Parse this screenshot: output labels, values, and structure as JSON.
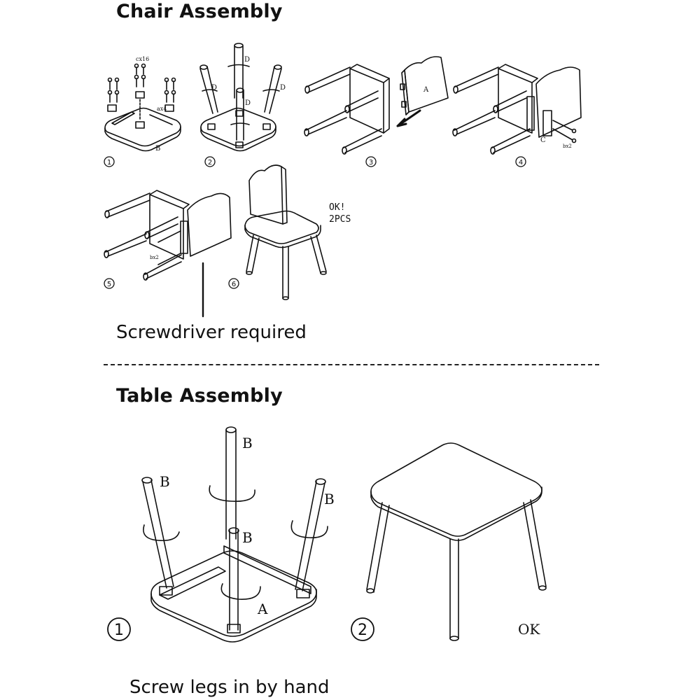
{
  "chair": {
    "heading": "Chair Assembly",
    "steps": [
      "1",
      "2",
      "3",
      "4",
      "5",
      "6"
    ],
    "labels": {
      "screws_count": "cx16",
      "bolts_count": "ax4",
      "seat": "B",
      "leg": "D",
      "back": "A",
      "bracket": "C",
      "bx2_step4": "bx2",
      "bx2_step5": "bx2"
    },
    "ok_text": "OK!",
    "pieces_text": "2PCS",
    "caption": "Screwdriver required"
  },
  "table": {
    "heading": "Table Assembly",
    "steps": [
      "1",
      "2"
    ],
    "labels": {
      "leg": "B",
      "top": "A"
    },
    "ok_text": "OK",
    "caption": "Screw legs in by hand"
  },
  "colors": {
    "ink": "#111111",
    "paper": "#ffffff"
  },
  "icons": [
    "rotate-arrow-icon",
    "insert-arrow-icon"
  ]
}
